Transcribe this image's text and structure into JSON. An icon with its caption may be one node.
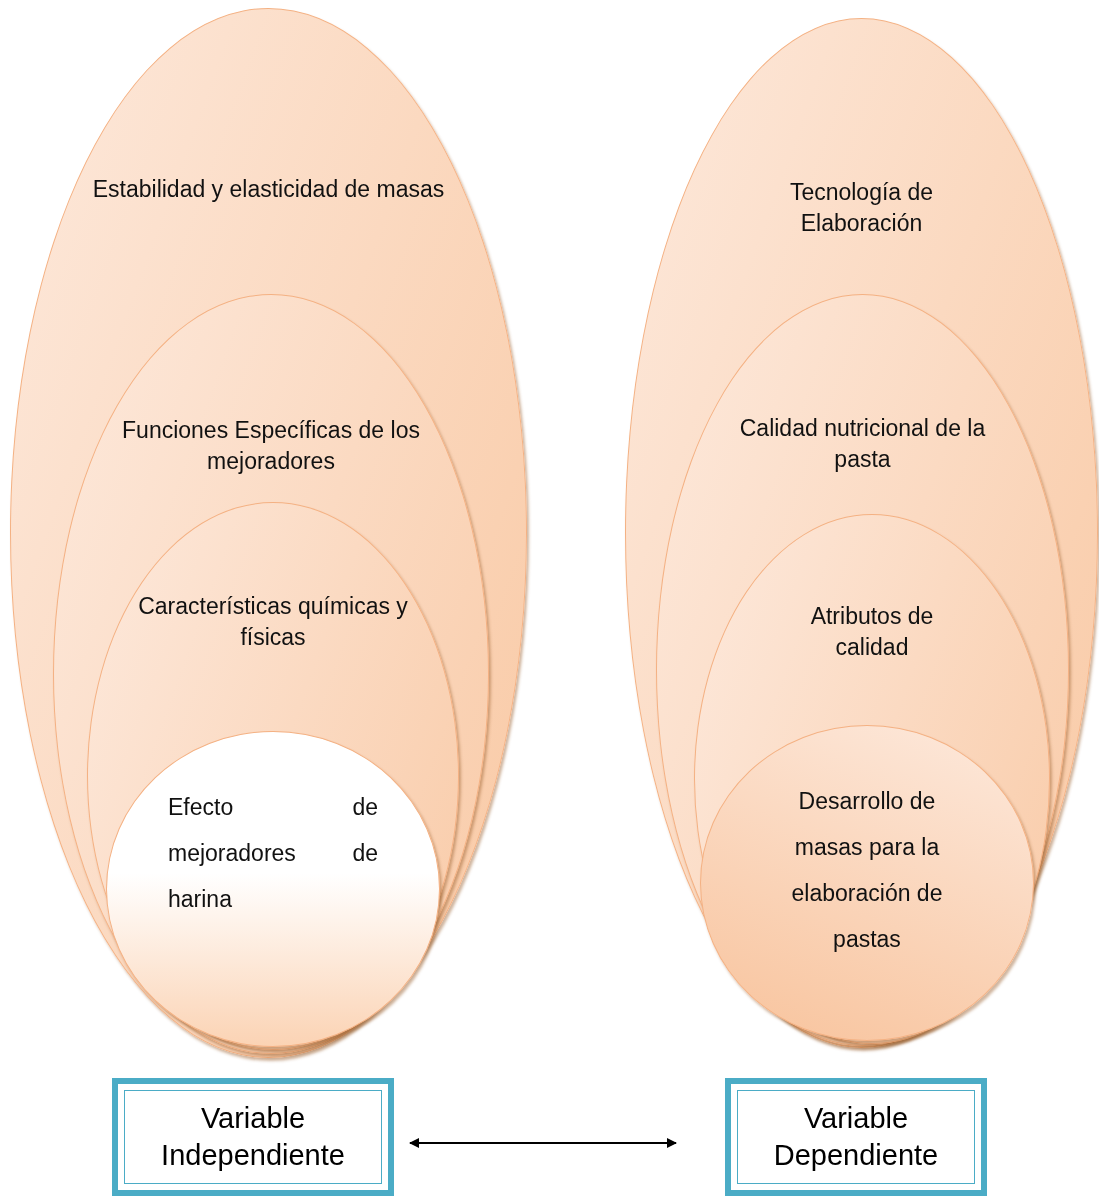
{
  "diagram": {
    "nodes": [
      {
        "text": [
          "Estabilidad y elasticidad de masas"
        ]
      },
      {
        "text": [
          "Funciones Específicas de los mejoradores"
        ],
        "in": 0
      },
      {
        "text": [
          "Características químicas y físicas"
        ],
        "in": 1
      },
      {
        "text": [
          "Efecto de mejoradores de harina"
        ],
        "in": 2
      },
      {
        "text": [
          "Tecnología de Elaboración"
        ]
      },
      {
        "text": [
          "Calidad nutricional de la pasta"
        ],
        "in": 4
      },
      {
        "text": [
          "Atributos de calidad"
        ],
        "in": 5
      },
      {
        "text": [
          "Desarrollo de masas para la elaboración de pastas"
        ],
        "in": 6
      },
      {
        "text": [
          "Variable Independiente"
        ]
      },
      {
        "text": [
          "Variable Dependiente"
        ]
      }
    ],
    "edges": [
      {
        "from": 8,
        "to": 9,
        "arrow": "both"
      }
    ]
  }
}
